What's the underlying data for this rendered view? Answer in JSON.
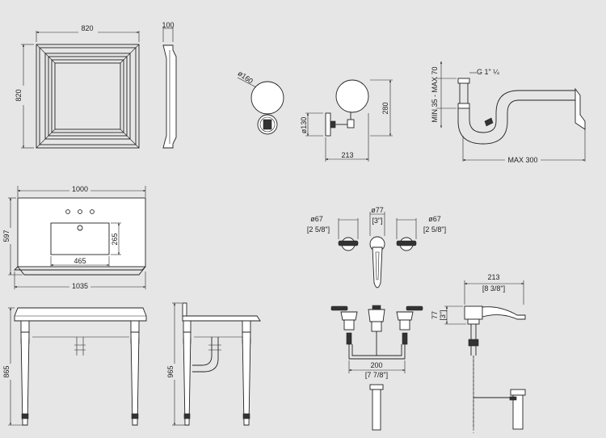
{
  "mirror": {
    "width": "820",
    "height": "820",
    "depth": "100"
  },
  "light": {
    "globe_diameter": "ø160",
    "backplate_diameter": "ø130",
    "height": "280",
    "projection": "213"
  },
  "trap": {
    "thread": "G 1\" ¼",
    "height_range": "MIN 35 - MAX 70",
    "length": "MAX 300"
  },
  "basin": {
    "top_width": "1000",
    "depth": "597",
    "bowl_depth": "265",
    "bowl_width": "465",
    "base_width": "1035"
  },
  "stand": {
    "height_front": "865",
    "height_side": "965"
  },
  "tap_plan": {
    "handle_left": "ø67",
    "handle_left_imperial": "[2 5/8\"]",
    "spout_diameter": "ø77",
    "spout_imperial": "[3\"]",
    "handle_right": "ø67",
    "handle_right_imperial": "[2 5/8\"]"
  },
  "tap_front": {
    "centers": "200",
    "centers_imperial": "[7 7/8\"]"
  },
  "tap_side": {
    "reach": "213",
    "reach_imperial": "[8 3/8\"]",
    "height": "77",
    "height_imperial": "[3\"]"
  }
}
